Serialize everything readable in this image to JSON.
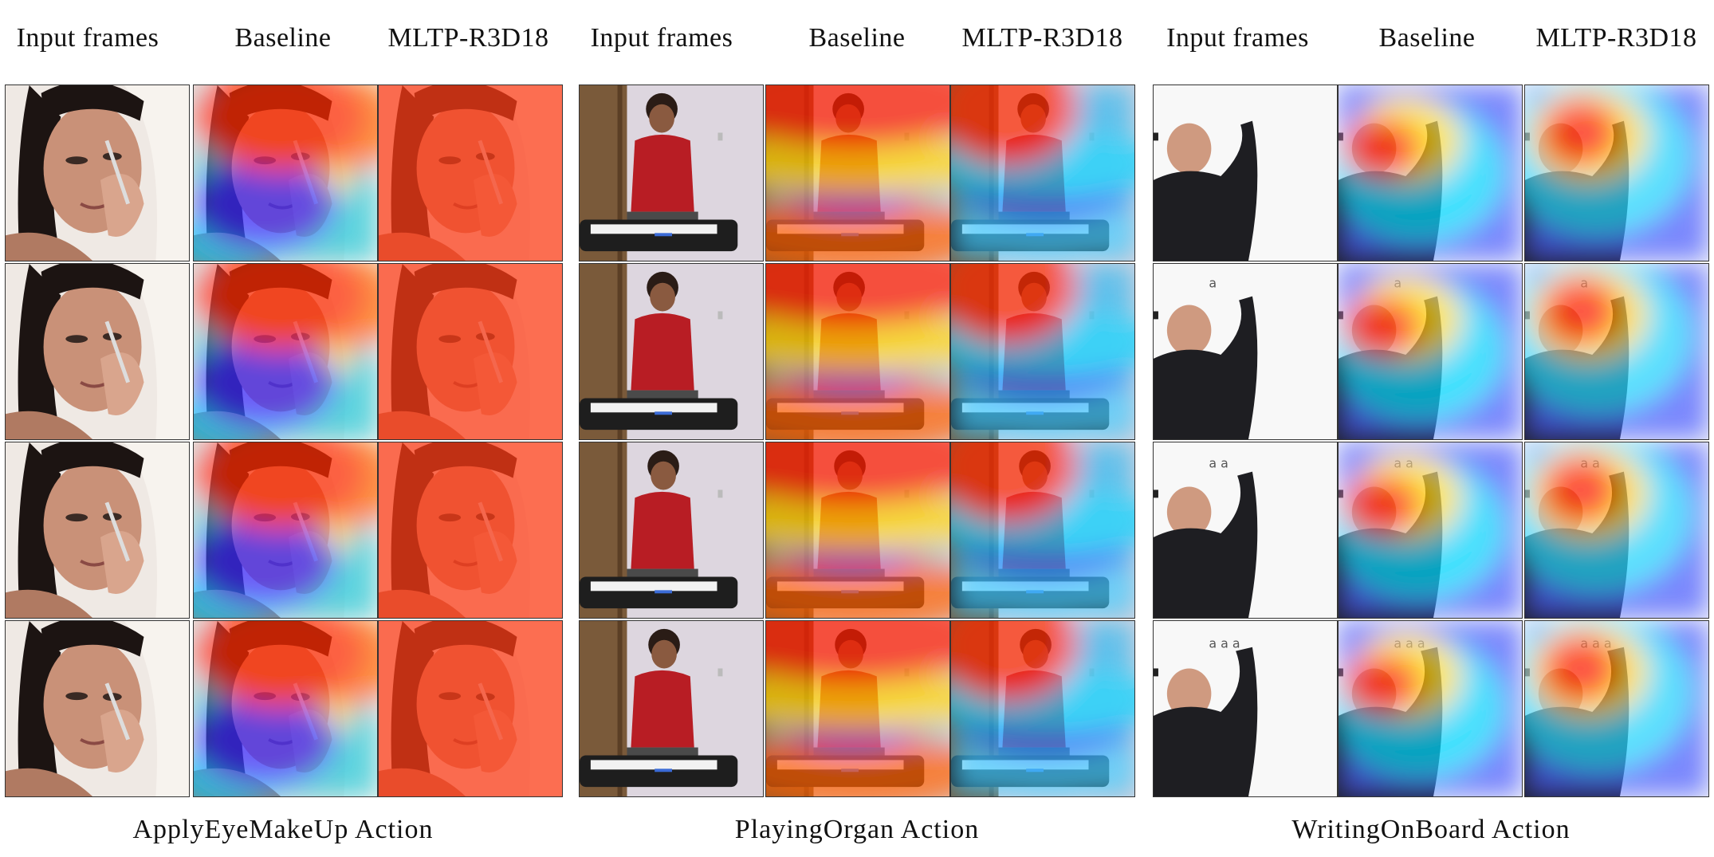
{
  "groups": [
    {
      "id": "eye",
      "headers": [
        "Input frames",
        "Baseline",
        "MLTP-R3D18"
      ],
      "caption": "ApplyEyeMakeUp Action",
      "palette": {
        "bg": "#efe9e4",
        "skin": "#c99178",
        "hair": "#1c1412"
      }
    },
    {
      "id": "organ",
      "headers": [
        "Input frames",
        "Baseline",
        "MLTP-R3D18"
      ],
      "caption": "PlayingOrgan Action",
      "palette": {
        "bg": "#ddd6df",
        "shirt": "#b81d24",
        "door": "#7a5a3a",
        "keyboard": "#1e1e1e"
      }
    },
    {
      "id": "board",
      "headers": [
        "Input frames",
        "Baseline",
        "MLTP-R3D18"
      ],
      "caption": "WritingOnBoard Action",
      "palette": {
        "bg": "#f4f4f4",
        "jacket": "#1e1e22",
        "skin": "#cf9a80"
      }
    }
  ]
}
